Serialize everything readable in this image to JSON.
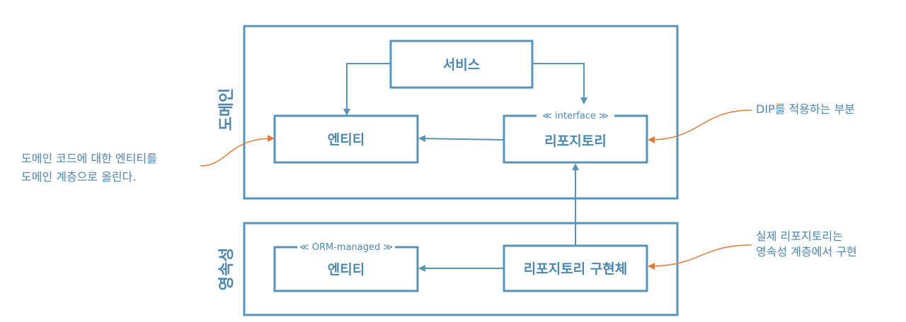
{
  "layers": {
    "domain": "도메인",
    "persistence": "영속성"
  },
  "boxes": {
    "service": "서비스",
    "domain_entity": "엔티티",
    "repository": "리포지토리",
    "repository_stereotype": "≪ interface ≫",
    "orm_entity": "엔티티",
    "orm_entity_stereotype": "≪ ORM-managed ≫",
    "repository_impl": "리포지토리 구현체"
  },
  "notes": {
    "entity_note": [
      "도메인 코드에 대한 엔티티를",
      "도메인 계층으로 올린다."
    ],
    "dip_note": [
      "DIP를 적용하는 부분"
    ],
    "impl_note": [
      "실제 리포지토리는",
      "영속성 계층에서 구현"
    ]
  },
  "colors": {
    "stroke": "#5a93b8",
    "text": "#4a86ad",
    "note_arrow": "#e07b39"
  }
}
